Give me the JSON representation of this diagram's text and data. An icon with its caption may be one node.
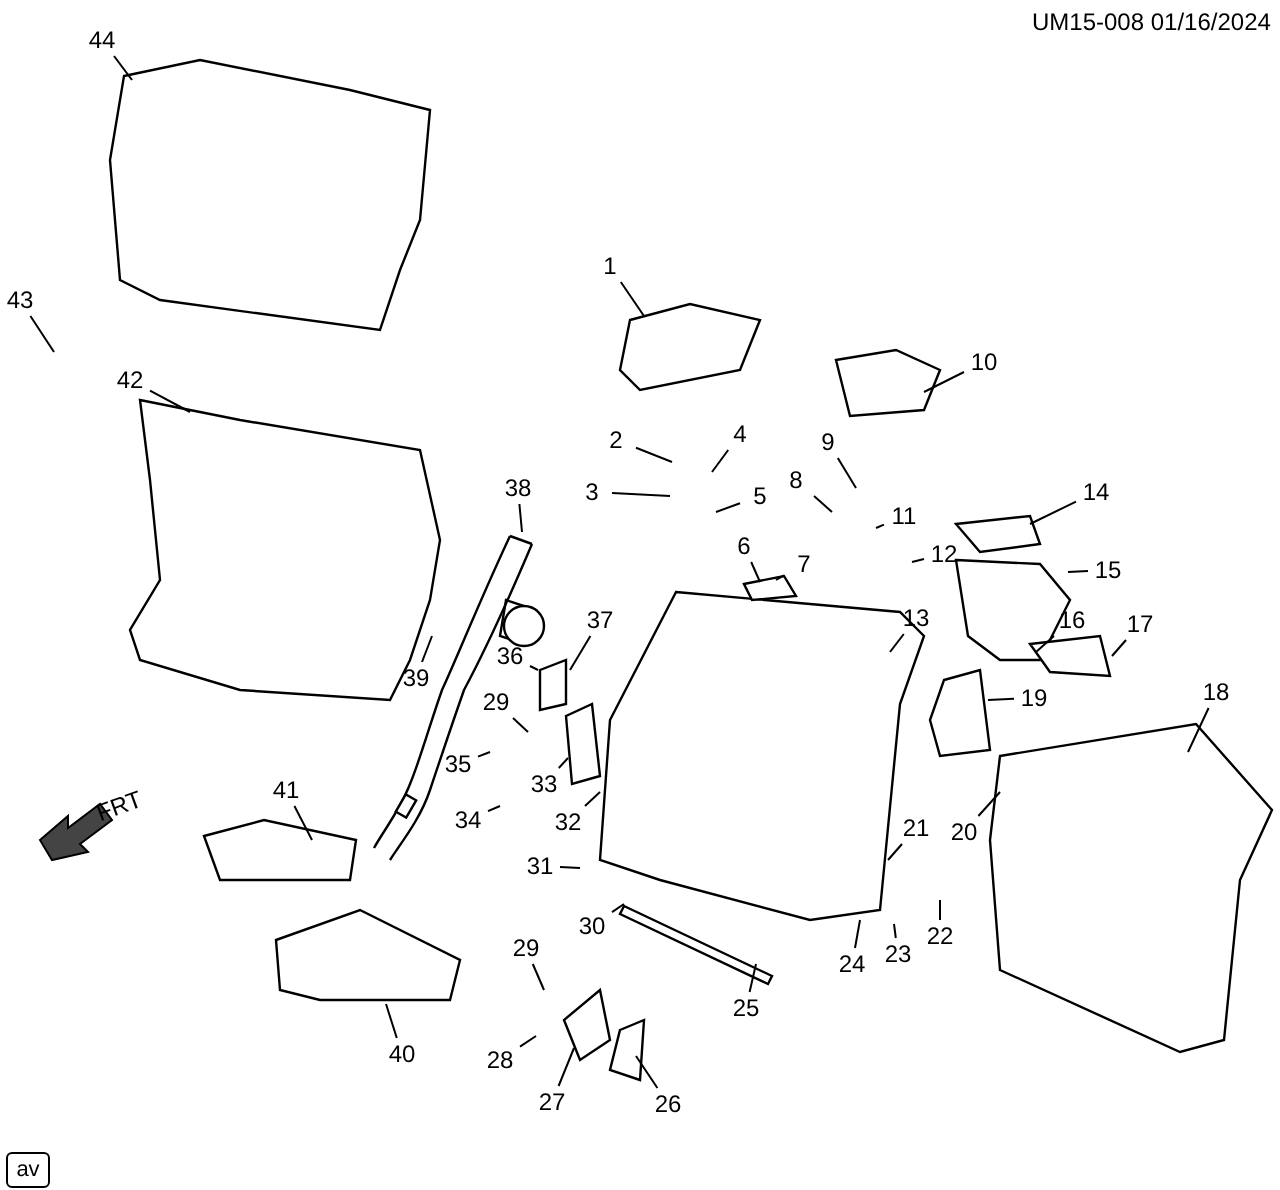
{
  "diagram": {
    "nodes": [
      {
        "text": [
          "1"
        ]
      },
      {
        "text": [
          "2"
        ]
      },
      {
        "text": [
          "3"
        ]
      },
      {
        "text": [
          "4"
        ]
      },
      {
        "text": [
          "5"
        ]
      },
      {
        "text": [
          "6"
        ]
      },
      {
        "text": [
          "7"
        ]
      },
      {
        "text": [
          "8"
        ]
      },
      {
        "text": [
          "9"
        ]
      },
      {
        "text": [
          "10"
        ]
      },
      {
        "text": [
          "11"
        ]
      },
      {
        "text": [
          "12"
        ]
      },
      {
        "text": [
          "13"
        ]
      },
      {
        "text": [
          "14"
        ]
      },
      {
        "text": [
          "15"
        ]
      },
      {
        "text": [
          "16"
        ]
      },
      {
        "text": [
          "17"
        ]
      },
      {
        "text": [
          "18"
        ]
      },
      {
        "text": [
          "19"
        ]
      },
      {
        "text": [
          "20"
        ]
      },
      {
        "text": [
          "21"
        ]
      },
      {
        "text": [
          "22"
        ]
      },
      {
        "text": [
          "23"
        ]
      },
      {
        "text": [
          "24"
        ]
      },
      {
        "text": [
          "25"
        ]
      },
      {
        "text": [
          "26"
        ]
      },
      {
        "text": [
          "27"
        ]
      },
      {
        "text": [
          "28"
        ]
      },
      {
        "text": [
          "29"
        ]
      },
      {
        "text": [
          "29"
        ]
      },
      {
        "text": [
          "30"
        ]
      },
      {
        "text": [
          "31"
        ]
      },
      {
        "text": [
          "32"
        ]
      },
      {
        "text": [
          "33"
        ]
      },
      {
        "text": [
          "34"
        ]
      },
      {
        "text": [
          "35"
        ]
      },
      {
        "text": [
          "36"
        ]
      },
      {
        "text": [
          "37"
        ]
      },
      {
        "text": [
          "38"
        ]
      },
      {
        "text": [
          "39"
        ]
      },
      {
        "text": [
          "40"
        ]
      },
      {
        "text": [
          "41"
        ]
      },
      {
        "text": [
          "42"
        ]
      },
      {
        "text": [
          "43"
        ]
      },
      {
        "text": [
          "44"
        ]
      },
      {
        "text": [
          "av"
        ]
      }
    ],
    "edges": [
      {
        "from": 0,
        "to": null,
        "arrow": "none"
      },
      {
        "from": 1,
        "to": null,
        "arrow": "none"
      },
      {
        "from": 2,
        "to": null,
        "arrow": "none"
      },
      {
        "from": 3,
        "to": null,
        "arrow": "none"
      },
      {
        "from": 4,
        "to": null,
        "arrow": "none"
      },
      {
        "from": 5,
        "to": null,
        "arrow": "none"
      },
      {
        "from": 6,
        "to": null,
        "arrow": "none"
      },
      {
        "from": 7,
        "to": null,
        "arrow": "none"
      },
      {
        "from": 8,
        "to": null,
        "arrow": "none"
      },
      {
        "from": 9,
        "to": null,
        "arrow": "none"
      },
      {
        "from": 10,
        "to": null,
        "arrow": "none"
      },
      {
        "from": 11,
        "to": null,
        "arrow": "none"
      },
      {
        "from": 12,
        "to": null,
        "arrow": "none"
      },
      {
        "from": 13,
        "to": null,
        "arrow": "none"
      },
      {
        "from": 14,
        "to": null,
        "arrow": "none"
      },
      {
        "from": 15,
        "to": null,
        "arrow": "none"
      },
      {
        "from": 16,
        "to": null,
        "arrow": "none"
      },
      {
        "from": 17,
        "to": null,
        "arrow": "none"
      },
      {
        "from": 18,
        "to": null,
        "arrow": "none"
      },
      {
        "from": 19,
        "to": null,
        "arrow": "none"
      },
      {
        "from": 20,
        "to": null,
        "arrow": "none"
      },
      {
        "from": 21,
        "to": null,
        "arrow": "none"
      },
      {
        "from": 22,
        "to": null,
        "arrow": "none"
      },
      {
        "from": 23,
        "to": null,
        "arrow": "none"
      },
      {
        "from": 24,
        "to": null,
        "arrow": "none"
      },
      {
        "from": 25,
        "to": null,
        "arrow": "none"
      },
      {
        "from": 26,
        "to": null,
        "arrow": "none"
      },
      {
        "from": 27,
        "to": null,
        "arrow": "none"
      },
      {
        "from": 28,
        "to": null,
        "arrow": "none"
      },
      {
        "from": 29,
        "to": null,
        "arrow": "none"
      },
      {
        "from": 30,
        "to": null,
        "arrow": "none"
      },
      {
        "from": 31,
        "to": null,
        "arrow": "none"
      },
      {
        "from": 32,
        "to": null,
        "arrow": "none"
      },
      {
        "from": 33,
        "to": null,
        "arrow": "none"
      },
      {
        "from": 34,
        "to": null,
        "arrow": "none"
      },
      {
        "from": 35,
        "to": null,
        "arrow": "none"
      },
      {
        "from": 36,
        "to": null,
        "arrow": "none"
      },
      {
        "from": 37,
        "to": null,
        "arrow": "none"
      },
      {
        "from": 38,
        "to": null,
        "arrow": "none"
      },
      {
        "from": 39,
        "to": null,
        "arrow": "none"
      },
      {
        "from": 40,
        "to": null,
        "arrow": "none"
      },
      {
        "from": 41,
        "to": null,
        "arrow": "none"
      },
      {
        "from": 42,
        "to": null,
        "arrow": "none"
      },
      {
        "from": 43,
        "to": null,
        "arrow": "none"
      },
      {
        "from": 44,
        "to": null,
        "arrow": "none"
      }
    ],
    "labels": [
      "UM15-008 01/16/2024",
      "FRT"
    ]
  }
}
